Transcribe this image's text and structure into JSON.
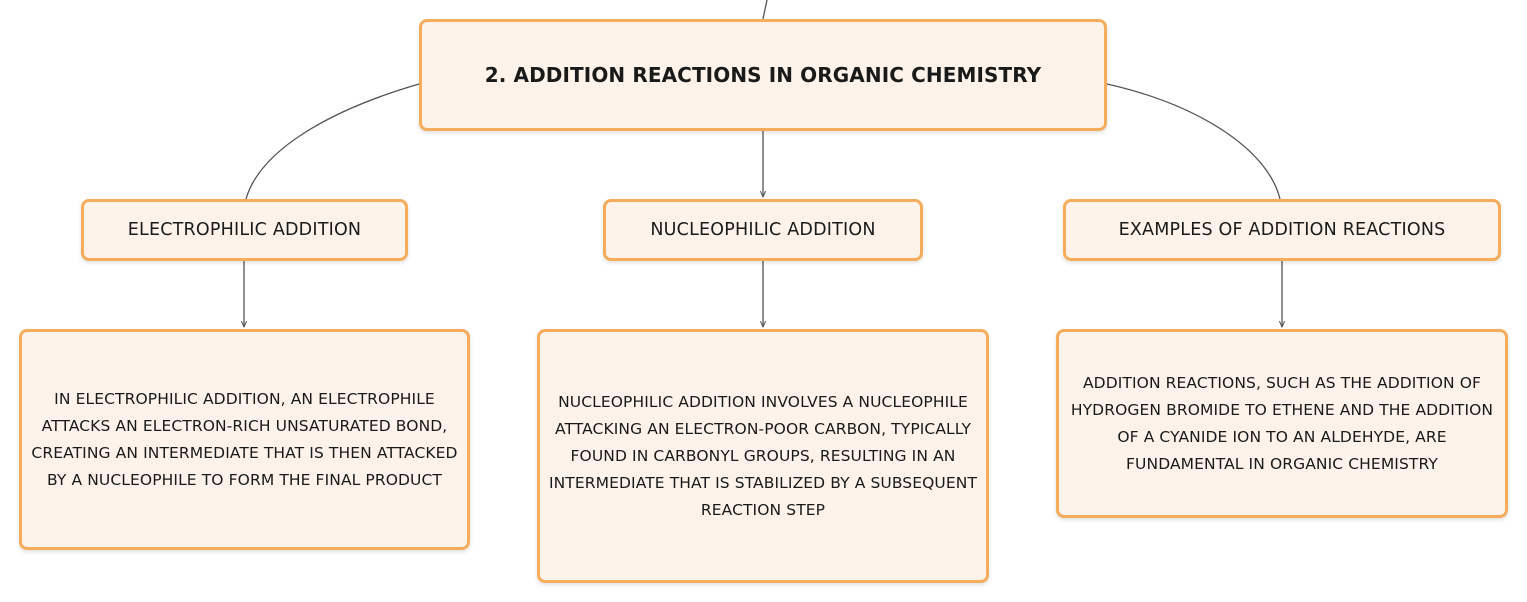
{
  "diagram": {
    "root": {
      "label": "2. ADDITION REACTIONS IN ORGANIC CHEMISTRY"
    },
    "branches": [
      {
        "label": "ELECTROPHILIC ADDITION",
        "detail": "IN ELECTROPHILIC ADDITION, AN ELECTROPHILE ATTACKS AN ELECTRON-RICH UNSATURATED BOND, CREATING AN INTERMEDIATE THAT IS THEN ATTACKED BY A NUCLEOPHILE TO FORM THE FINAL PRODUCT"
      },
      {
        "label": "NUCLEOPHILIC ADDITION",
        "detail": "NUCLEOPHILIC ADDITION INVOLVES A NUCLEOPHILE ATTACKING AN ELECTRON-POOR CARBON, TYPICALLY FOUND IN CARBONYL GROUPS, RESULTING IN AN INTERMEDIATE THAT IS STABILIZED BY A SUBSEQUENT REACTION STEP"
      },
      {
        "label": "EXAMPLES OF ADDITION REACTIONS",
        "detail": "ADDITION REACTIONS, SUCH AS THE ADDITION OF HYDROGEN BROMIDE TO ETHENE AND THE ADDITION OF A CYANIDE ION TO AN ALDEHYDE, ARE FUNDAMENTAL IN ORGANIC CHEMISTRY"
      }
    ],
    "colors": {
      "node_fill": "#fdf3eb",
      "node_border": "#f5ad5b",
      "connector": "#555555",
      "text": "#1a1a1a"
    }
  }
}
